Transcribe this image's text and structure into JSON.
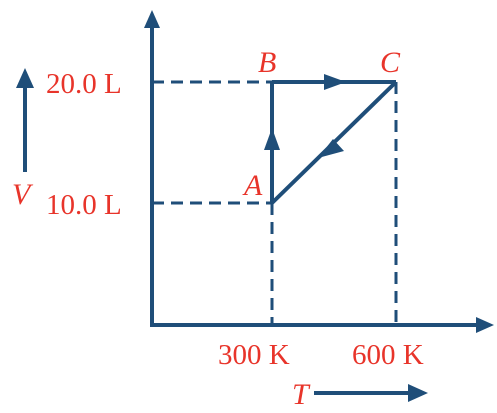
{
  "colors": {
    "line": "#1f4e79",
    "label": "#e8342a"
  },
  "axes": {
    "y_variable": "V",
    "x_variable": "T"
  },
  "ticks": {
    "v_upper": "20.0 L",
    "v_lower": "10.0 L",
    "t_left": "300 K",
    "t_right": "600 K"
  },
  "points": {
    "a": "A",
    "b": "B",
    "c": "C"
  },
  "cycle": {
    "path": [
      "A",
      "B",
      "C",
      "A"
    ],
    "states": [
      {
        "name": "A",
        "T_K": 300,
        "V_L": 10.0
      },
      {
        "name": "B",
        "T_K": 300,
        "V_L": 20.0
      },
      {
        "name": "C",
        "T_K": 600,
        "V_L": 20.0
      }
    ]
  }
}
